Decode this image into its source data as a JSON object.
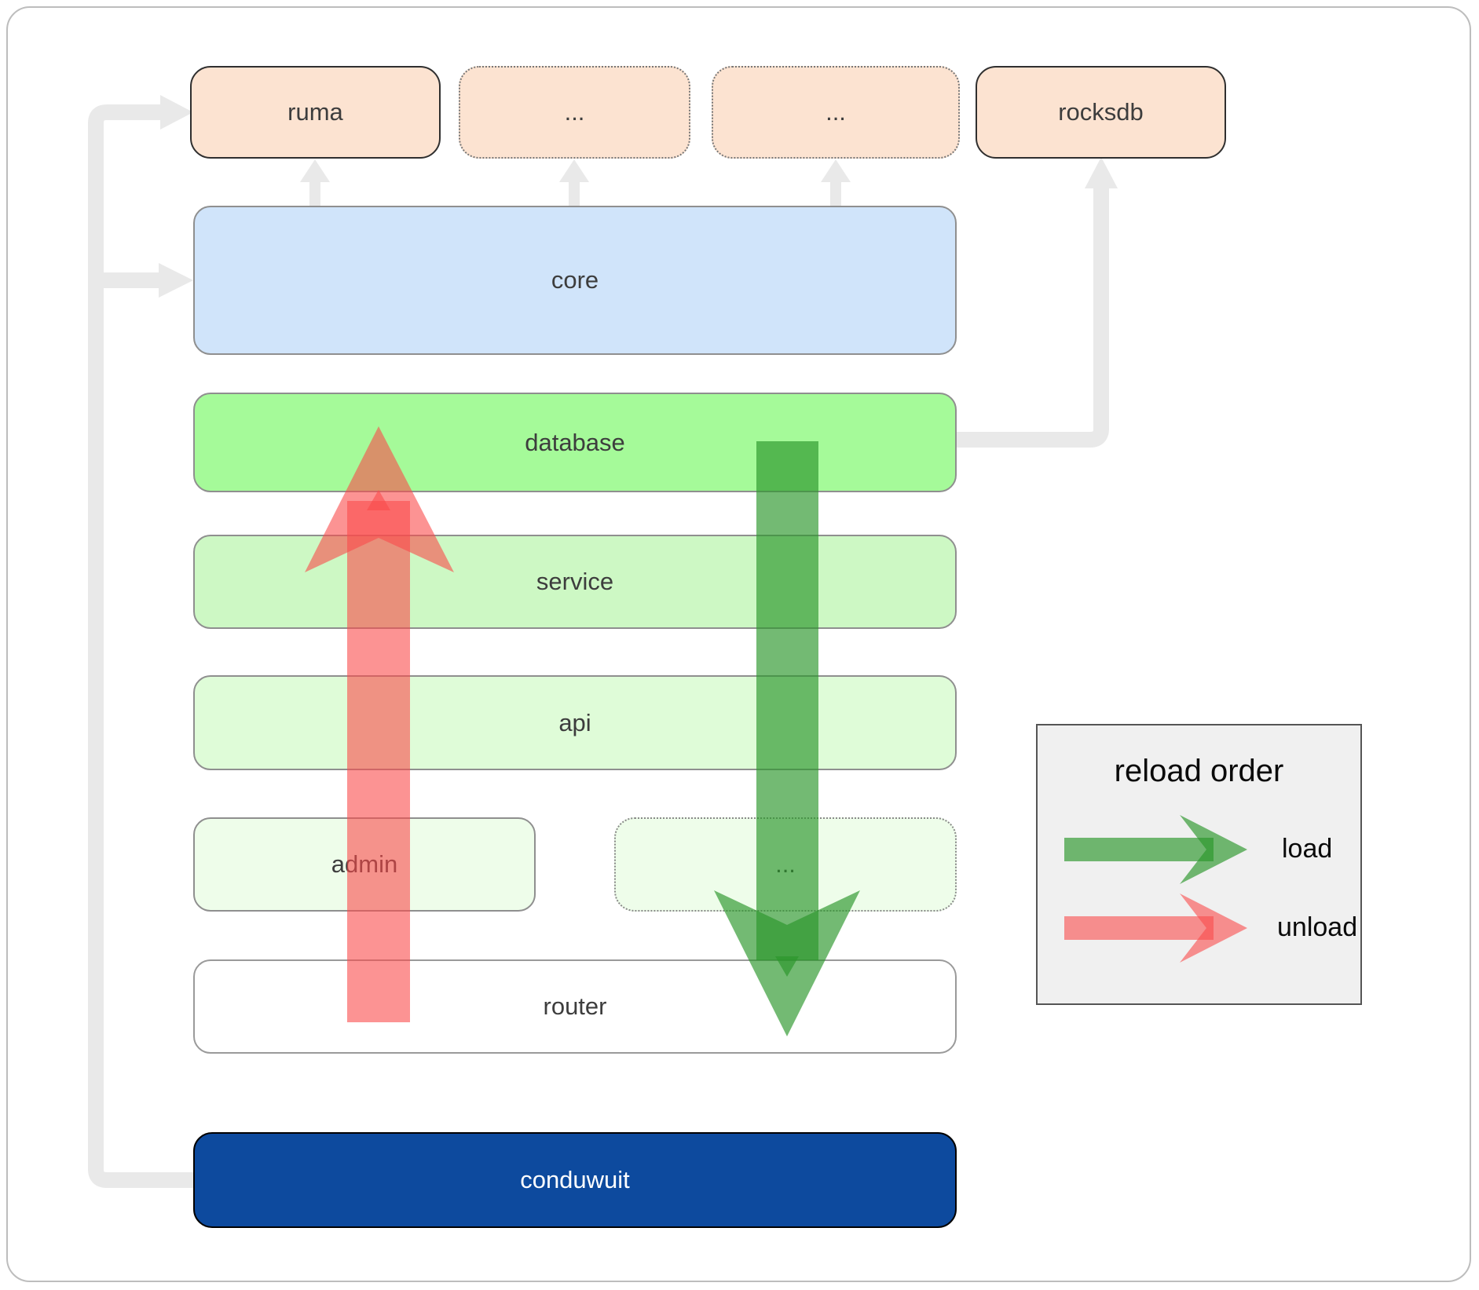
{
  "nodes": {
    "ruma": "ruma",
    "dots_top_1": "...",
    "dots_top_2": "...",
    "rocksdb": "rocksdb",
    "core": "core",
    "database": "database",
    "service": "service",
    "api": "api",
    "admin": "admin",
    "dots_admin": "...",
    "router": "router",
    "conduwuit": "conduwuit"
  },
  "legend": {
    "title": "reload order",
    "load_label": "load",
    "unload_label": "unload"
  },
  "colors": {
    "peach": "#fce3d1",
    "blue": "#d0e4fa",
    "green_bright": "#a5fa99",
    "green_light": "#cdf8c4",
    "green_lighter": "#dffcd8",
    "green_faint": "#eefdea",
    "navy": "#0d4a9e",
    "load_arrow": "#2a962a",
    "unload_arrow": "#fa4b4b",
    "connector": "#e9e9e9",
    "legend_bg": "#f0f0f0"
  }
}
